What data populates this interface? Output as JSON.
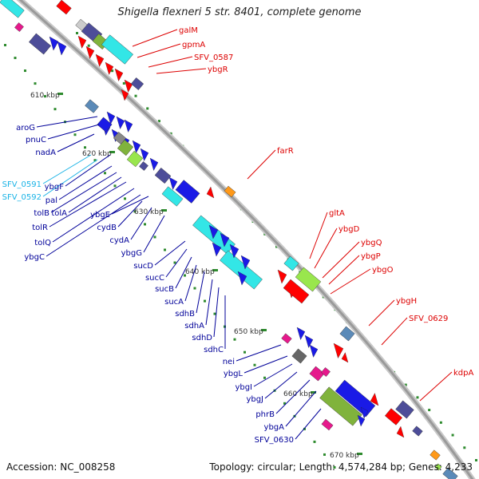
{
  "title": "Shigella flexneri 5 str. 8401, complete genome",
  "footer": {
    "accession": "Accession: NC_008258",
    "stats": "Topology: circular; Length: 4,574,284 bp; Genes: 4,233"
  },
  "colors": {
    "backbone": "#9a9a9a",
    "red": "#ff0000",
    "blue": "#1a1ae6",
    "cyan": "#33e6e6",
    "lime": "#99e64d",
    "olive": "#80b33c",
    "purple": "#4d4d99",
    "steel": "#5b8ab8",
    "magenta": "#e6198c",
    "orange": "#ff9919",
    "tick": "#2e8b2e",
    "label_red": "#dd0000",
    "label_blue": "#000099",
    "label_cyan": "#19b3e6"
  },
  "ticks": [
    "610 kbp",
    "620 kbp",
    "630 kbp",
    "640 kbp",
    "650 kbp",
    "660 kbp",
    "670 kbp"
  ],
  "genes_right": [
    "galM",
    "gpmA",
    "SFV_0587",
    "ybgR",
    "farR",
    "gltA",
    "ybgD",
    "ybgQ",
    "ybgP",
    "ybgO",
    "ybgH",
    "SFV_0629",
    "kdpA"
  ],
  "genes_left": [
    "aroG",
    "pnuC",
    "nadA",
    "SFV_0591",
    "SFV_0592",
    "ybgF",
    "pal",
    "tolB",
    "tolA",
    "tolR",
    "tolQ",
    "ybgC",
    "ybgE",
    "cydB",
    "cydA",
    "ybgG",
    "sucD",
    "sucC",
    "sucB",
    "sucA",
    "sdhB",
    "sdhA",
    "sdhD",
    "sdhC",
    "nei",
    "ybgL",
    "ybgI",
    "ybgJ",
    "phrB",
    "ybgA",
    "SFV_0630"
  ]
}
